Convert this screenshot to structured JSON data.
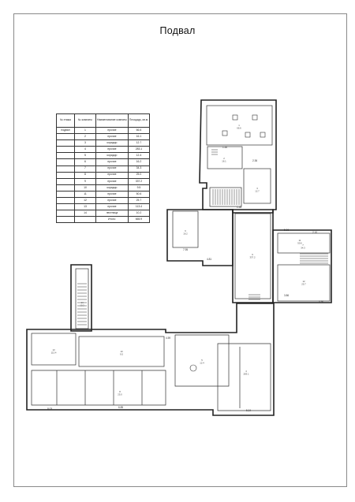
{
  "title": "Подвал",
  "table": {
    "headers": [
      "№ этажа",
      "№ комнаты",
      "Наименование комнаты",
      "Площадь, кв.м."
    ],
    "rows": [
      [
        "подвал",
        "1",
        "прочие",
        "66.6"
      ],
      [
        "",
        "2",
        "прочие",
        "16.1"
      ],
      [
        "",
        "3",
        "коридор",
        "12.7"
      ],
      [
        "",
        "4",
        "прочие",
        "283.1"
      ],
      [
        "",
        "5",
        "коридор",
        "12.4"
      ],
      [
        "",
        "6",
        "прочие",
        "16.2"
      ],
      [
        "",
        "7",
        "прочие",
        "34.3"
      ],
      [
        "",
        "8",
        "прочие",
        "25.0"
      ],
      [
        "",
        "9",
        "прочие",
        "337.2"
      ],
      [
        "",
        "10",
        "коридор",
        "9.5"
      ],
      [
        "",
        "11",
        "прочие",
        "50.6"
      ],
      [
        "",
        "12",
        "прочие",
        "25.7"
      ],
      [
        "",
        "13",
        "прочие",
        "113.4"
      ],
      [
        "",
        "14",
        "лестница",
        "10.2"
      ],
      [
        "",
        "",
        "Итого:",
        "665.9"
      ]
    ]
  },
  "rooms": [
    {
      "num": "1",
      "area": "66.6"
    },
    {
      "num": "2",
      "area": "16.1"
    },
    {
      "num": "3",
      "area": "12.7"
    },
    {
      "num": "4",
      "area": "283.1"
    },
    {
      "num": "5",
      "area": "12.4"
    },
    {
      "num": "6",
      "area": "16.2"
    },
    {
      "num": "7",
      "area": "34.3"
    },
    {
      "num": "8",
      "area": "25.0"
    },
    {
      "num": "9",
      "area": "337.2"
    },
    {
      "num": "10",
      "area": "9.5"
    },
    {
      "num": "11",
      "area": "50.6"
    },
    {
      "num": "12",
      "area": "25.7"
    },
    {
      "num": "13",
      "area": "113.4"
    },
    {
      "num": "14",
      "area": "10.2"
    }
  ],
  "dimensions": [
    "1.50",
    "2.36",
    "1.28",
    "7.95",
    "4.81",
    "5.96",
    "2.10",
    "3.86",
    "0.90",
    "4.59",
    "6.85",
    "8.03",
    "5.34"
  ]
}
